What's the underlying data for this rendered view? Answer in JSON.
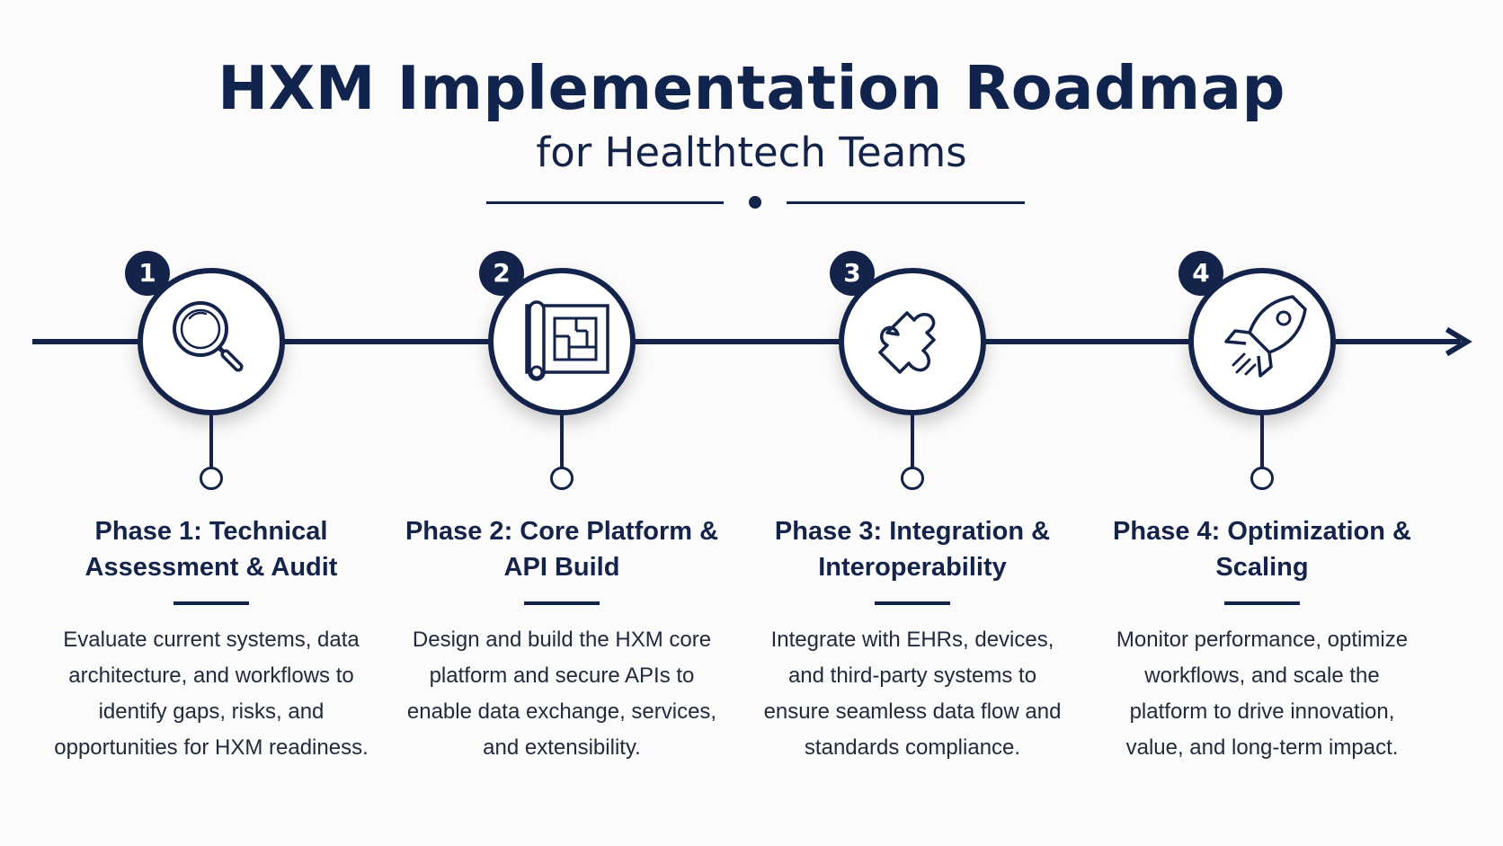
{
  "header": {
    "title": "HXM Implementation Roadmap",
    "subtitle": "for Healthtech Teams"
  },
  "colors": {
    "primary": "#14234a",
    "background": "#fbfbfb",
    "text": "#222a3c"
  },
  "phases": [
    {
      "number": "1",
      "icon": "magnifying-glass-icon",
      "title": "Phase 1: Technical Assessment & Audit",
      "description": "Evaluate current systems, data architecture, and workflows to identify gaps, risks, and opportunities for HXM readiness."
    },
    {
      "number": "2",
      "icon": "blueprint-icon",
      "title": "Phase 2: Core Platform & API Build",
      "description": "Design and build the HXM core platform and secure APIs to enable data exchange, services, and extensibility."
    },
    {
      "number": "3",
      "icon": "puzzle-piece-icon",
      "title": "Phase 3: Integration & Interoperability",
      "description": "Integrate with EHRs, devices, and third-party systems to ensure seamless data flow and standards compliance."
    },
    {
      "number": "4",
      "icon": "rocket-icon",
      "title": "Phase 4: Optimization & Scaling",
      "description": "Monitor performance, optimize workflows, and scale the platform to drive innovation, value, and long-term impact."
    }
  ]
}
